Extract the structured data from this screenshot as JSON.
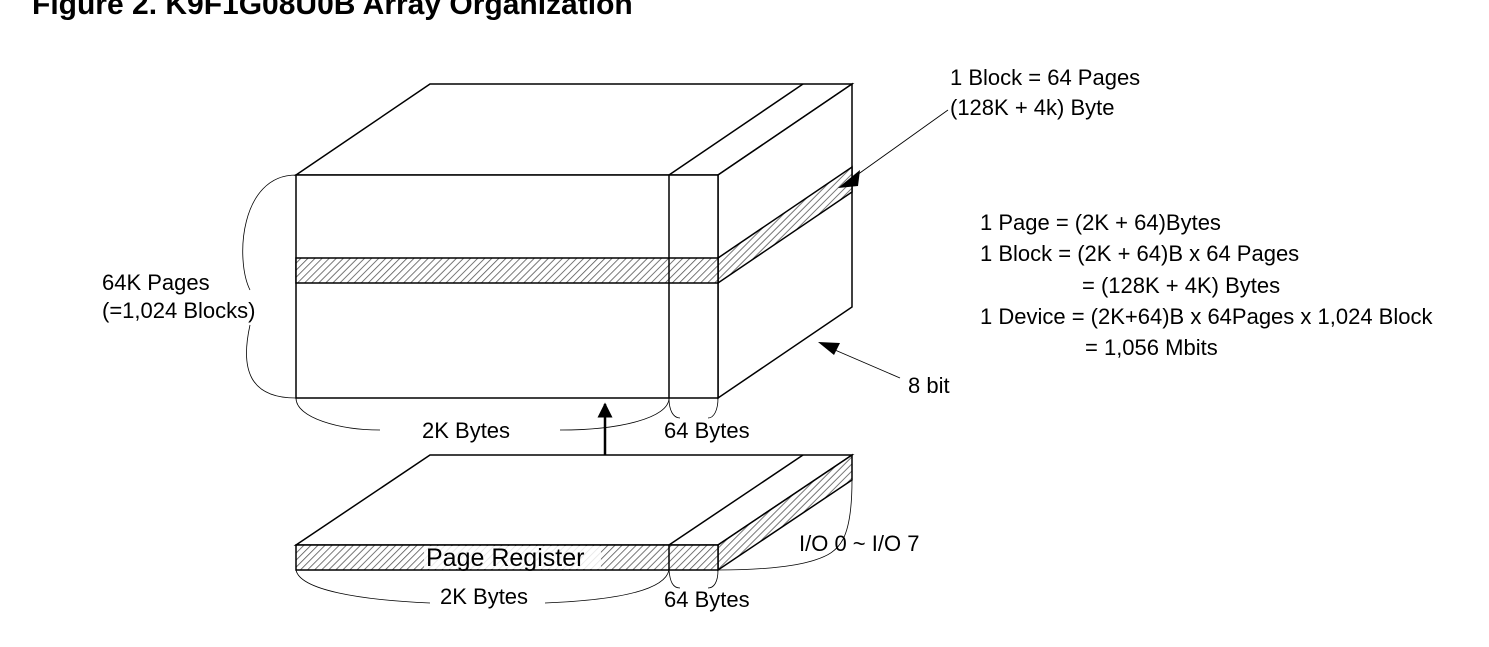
{
  "figure": {
    "title": "Figure 2. K9F1G08U0B Array Organization"
  },
  "array": {
    "rows_label_line1": "64K Pages",
    "rows_label_line2": "(=1,024 Blocks)",
    "main_width_label": "2K Bytes",
    "spare_width_label": "64 Bytes",
    "depth_label": "8 bit",
    "block_label_line1": "1 Block = 64 Pages",
    "block_label_line2": "(128K + 4k) Byte"
  },
  "page_register": {
    "label": "Page Register",
    "main_width_label": "2K Bytes",
    "spare_width_label": "64 Bytes",
    "io_label": "I/O 0 ~ I/O 7"
  },
  "formulas": [
    "1 Page = (2K + 64)Bytes",
    "1 Block = (2K + 64)B x 64 Pages",
    "= (128K + 4K) Bytes",
    "1 Device = (2K+64)B x 64Pages x 1,024 Block",
    "= 1,056 Mbits"
  ]
}
